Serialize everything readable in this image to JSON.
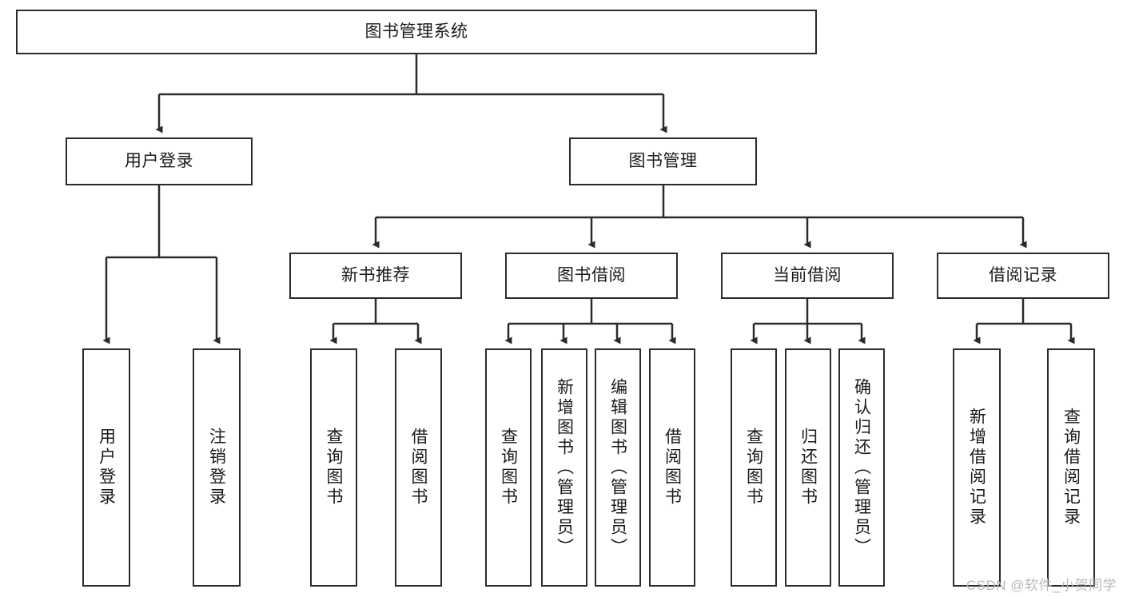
{
  "diagram": {
    "type": "tree",
    "title": "图书管理系统",
    "root": {
      "id": "root",
      "label": "图书管理系统"
    },
    "level2": [
      {
        "id": "user-login",
        "label": "用户登录"
      },
      {
        "id": "book-manage",
        "label": "图书管理"
      }
    ],
    "level3": [
      {
        "id": "new-book-rec",
        "label": "新书推荐",
        "parent": "book-manage"
      },
      {
        "id": "book-borrow",
        "label": "图书借阅",
        "parent": "book-manage"
      },
      {
        "id": "current-borrow",
        "label": "当前借阅",
        "parent": "book-manage"
      },
      {
        "id": "borrow-record",
        "label": "借阅记录",
        "parent": "book-manage"
      }
    ],
    "leaves": [
      {
        "id": "leaf-user-login",
        "label": "用户登录",
        "parent": "user-login"
      },
      {
        "id": "leaf-logout",
        "label": "注销登录",
        "parent": "user-login"
      },
      {
        "id": "leaf-query-book-1",
        "label": "查询图书",
        "parent": "new-book-rec"
      },
      {
        "id": "leaf-borrow-book-1",
        "label": "借阅图书",
        "parent": "new-book-rec"
      },
      {
        "id": "leaf-query-book-2",
        "label": "查询图书",
        "parent": "book-borrow"
      },
      {
        "id": "leaf-add-book",
        "label": "新增图书（管理员）",
        "parent": "book-borrow"
      },
      {
        "id": "leaf-edit-book",
        "label": "编辑图书（管理员）",
        "parent": "book-borrow"
      },
      {
        "id": "leaf-borrow-book-2",
        "label": "借阅图书",
        "parent": "book-borrow"
      },
      {
        "id": "leaf-query-book-3",
        "label": "查询图书",
        "parent": "current-borrow"
      },
      {
        "id": "leaf-return-book",
        "label": "归还图书",
        "parent": "current-borrow"
      },
      {
        "id": "leaf-confirm-return",
        "label": "确认归还（管理员）",
        "parent": "current-borrow"
      },
      {
        "id": "leaf-add-record",
        "label": "新增借阅记录",
        "parent": "borrow-record"
      },
      {
        "id": "leaf-query-record",
        "label": "查询借阅记录",
        "parent": "borrow-record"
      }
    ],
    "watermark": "CSDN @软件_小贺同学",
    "colors": {
      "stroke": "#2b2b2b",
      "fill": "#ffffff",
      "text": "#1a1a1a",
      "watermark": "#b9b9b9"
    }
  }
}
